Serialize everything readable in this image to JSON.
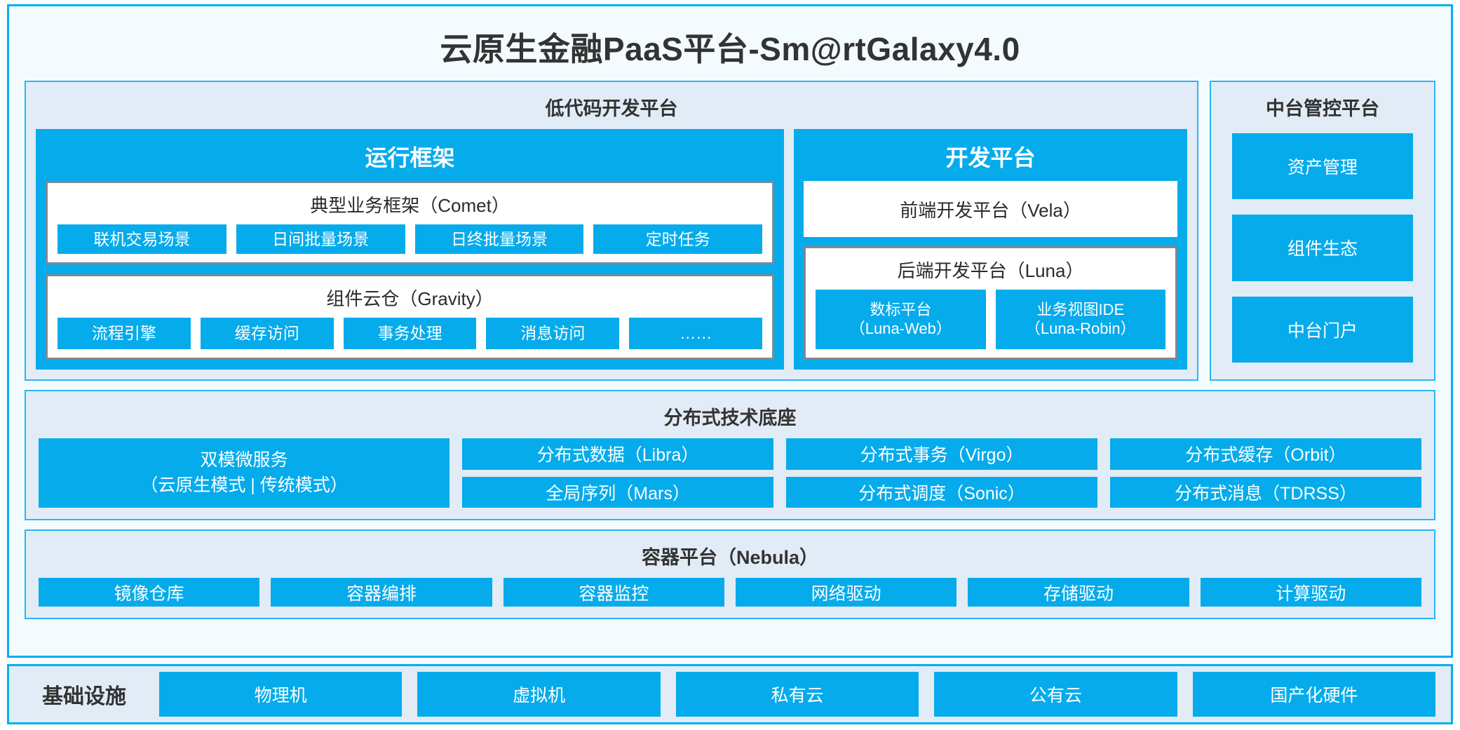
{
  "header": {
    "title": "云原生金融PaaS平台-Sm@rtGalaxy4.0"
  },
  "colors": {
    "accent": "#06ABEB",
    "panel_border": "#29B6F6",
    "panel_bg": "#e2ecf6",
    "card_border": "#00AEEF",
    "card_bg": "#f4fbff",
    "white_box_border": "#808891",
    "text_dark": "#333333",
    "text_light": "#ffffff"
  },
  "lowcode": {
    "title": "低代码开发平台",
    "runtime": {
      "title": "运行框架",
      "comet": {
        "title": "典型业务框架（Comet）",
        "items": [
          "联机交易场景",
          "日间批量场景",
          "日终批量场景",
          "定时任务"
        ]
      },
      "gravity": {
        "title": "组件云仓（Gravity）",
        "items": [
          "流程引擎",
          "缓存访问",
          "事务处理",
          "消息访问",
          "……"
        ]
      }
    },
    "devplatform": {
      "title": "开发平台",
      "frontend": "前端开发平台（Vela）",
      "backend": {
        "title": "后端开发平台（Luna）",
        "items": [
          "数标平台\n（Luna-Web）",
          "业务视图IDE\n（Luna-Robin）"
        ],
        "item_lines": [
          [
            "数标平台",
            "（Luna-Web）"
          ],
          [
            "业务视图IDE",
            "（Luna-Robin）"
          ]
        ]
      }
    }
  },
  "console": {
    "title": "中台管控平台",
    "items": [
      "资产管理",
      "组件生态",
      "中台门户"
    ]
  },
  "tech": {
    "title": "分布式技术底座",
    "wide": {
      "line1": "双模微服务",
      "line2": "（云原生模式 | 传统模式）"
    },
    "columns": [
      [
        "分布式数据（Libra）",
        "全局序列（Mars）"
      ],
      [
        "分布式事务（Virgo）",
        "分布式调度（Sonic）"
      ],
      [
        "分布式缓存（Orbit）",
        "分布式消息（TDRSS）"
      ]
    ]
  },
  "container_platform": {
    "title": "容器平台（Nebula）",
    "items": [
      "镜像仓库",
      "容器编排",
      "容器监控",
      "网络驱动",
      "存储驱动",
      "计算驱动"
    ]
  },
  "infrastructure": {
    "label": "基础设施",
    "items": [
      "物理机",
      "虚拟机",
      "私有云",
      "公有云",
      "国产化硬件"
    ]
  }
}
